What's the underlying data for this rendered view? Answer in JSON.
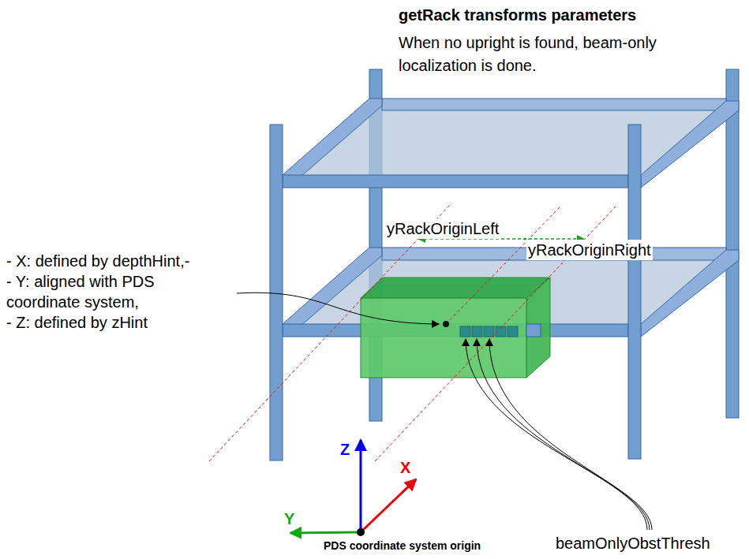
{
  "diagram": {
    "title": "getRack transforms parameters",
    "labels": [
      "When no upright is found, beam-only localization is done.",
      "yRackOriginLeft",
      "yRackOriginRight",
      "- X: defined by depthHint,-",
      "- Y: aligned with PDS coordinate system,",
      "- Z: defined by zHint",
      "Z",
      "X",
      "Y",
      "PDS coordinate system origin",
      "beamOnlyObstThresh"
    ]
  }
}
